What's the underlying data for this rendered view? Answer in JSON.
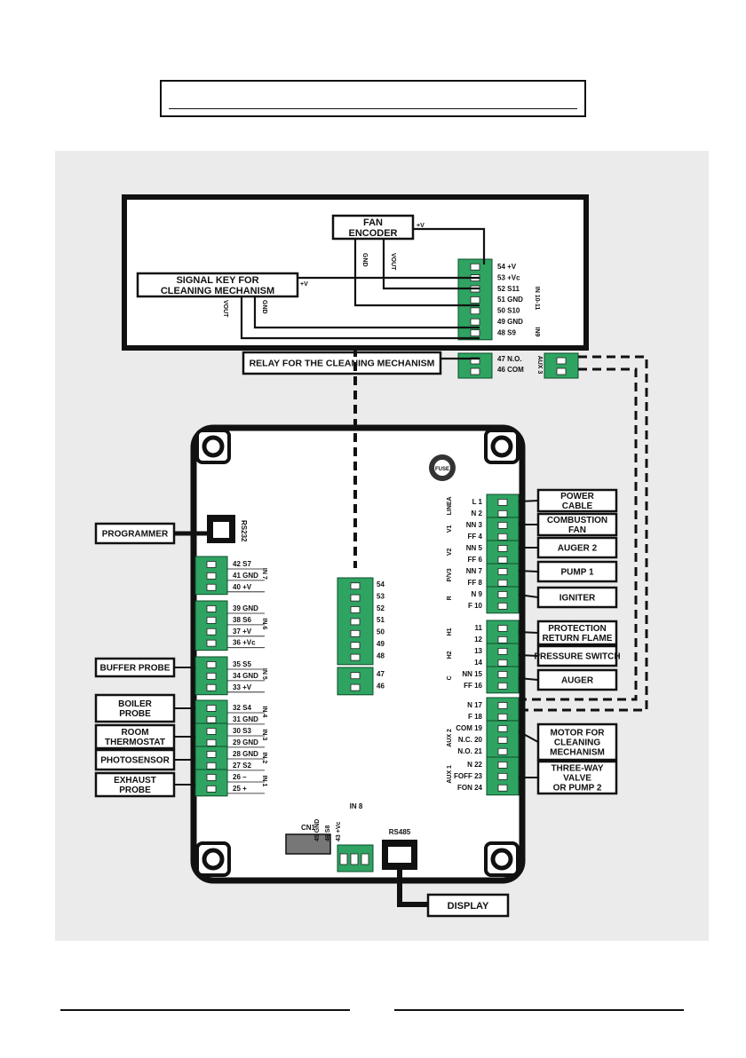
{
  "top_box": {
    "fan_encoder": "FAN\nENCODER",
    "signal_key": "SIGNAL KEY FOR\nCLEANING MECHANISM",
    "relay_cleaning": "RELAY FOR THE CLEANING MECHANISM",
    "wire_labels": {
      "plus_v": "+V",
      "gnd": "GND",
      "vout": "VOUT"
    },
    "terminals_top": [
      "54 +V",
      "53 +Vc",
      "52 S11",
      "51 GND",
      "50 S10",
      "49 GND",
      "48 S9"
    ],
    "terminals_aux": [
      "47 N.O.",
      "46 COM"
    ],
    "groups": {
      "in10_11": "IN 10-11",
      "in9": "IN9",
      "aux3": "AUX 3"
    }
  },
  "board": {
    "fuse": "FUSE",
    "rs232": "RS232",
    "rs485": "RS485",
    "cn1": "CN1",
    "in8": "IN 8",
    "in8_pins": [
      "45 GND",
      "46 S8",
      "43 +Vc"
    ],
    "center_terminals_a": [
      "54",
      "53",
      "52",
      "51",
      "50",
      "49",
      "48"
    ],
    "center_terminals_b": [
      "47",
      "46"
    ],
    "left_groups": [
      {
        "group": "IN 7",
        "pins": [
          "42 S7",
          "41 GND",
          "40 +V"
        ]
      },
      {
        "group": "IN 6",
        "pins": [
          "39 GND",
          "38 S6",
          "37 +V",
          "36 +Vc"
        ]
      },
      {
        "group": "IN 5",
        "pins": [
          "35 S5",
          "34 GND",
          "33 +V"
        ]
      },
      {
        "group": "IN 4",
        "pins": [
          "32 S4",
          "31 GND"
        ]
      },
      {
        "group": "IN 3",
        "pins": [
          "30 S3",
          "29 GND"
        ]
      },
      {
        "group": "IN 2",
        "pins": [
          "28 GND",
          "27 S2"
        ]
      },
      {
        "group": "IN 1",
        "pins": [
          "26 –",
          "25 +"
        ]
      }
    ],
    "right_groups": [
      {
        "group": "LINEA",
        "pins": [
          "L 1",
          "N 2"
        ]
      },
      {
        "group": "V1",
        "pins": [
          "NN 3",
          "FF 4"
        ]
      },
      {
        "group": "V2",
        "pins": [
          "NN 5",
          "FF 6"
        ]
      },
      {
        "group": "P/V3",
        "pins": [
          "NN 7",
          "FF 8"
        ]
      },
      {
        "group": "R",
        "pins": [
          "N 9",
          "F 10"
        ]
      },
      {
        "group": "H1",
        "pins": [
          "11",
          "12"
        ]
      },
      {
        "group": "H2",
        "pins": [
          "13",
          "14"
        ]
      },
      {
        "group": "C",
        "pins": [
          "NN 15",
          "FF 16"
        ]
      },
      {
        "group": "",
        "pins": [
          "N 17",
          "F 18"
        ]
      },
      {
        "group": "AUX 2",
        "pins": [
          "COM 19",
          "N.C. 20",
          "N.O. 21"
        ]
      },
      {
        "group": "AUX 1",
        "pins": [
          "N 22",
          "FOFF 23",
          "FON 24"
        ]
      }
    ]
  },
  "left_labels": [
    "PROGRAMMER",
    "BUFFER PROBE",
    "BOILER\nPROBE",
    "ROOM\nTHERMOSTAT",
    "PHOTOSENSOR",
    "EXHAUST\nPROBE"
  ],
  "right_labels": [
    "POWER\nCABLE",
    "COMBUSTION\nFAN",
    "AUGER 2",
    "PUMP 1",
    "IGNITER",
    "PROTECTION\nRETURN FLAME",
    "PRESSURE SWITCH",
    "AUGER",
    "MOTOR FOR\nCLEANING\nMECHANISM",
    "THREE-WAY\nVALVE\nOR PUMP 2"
  ],
  "display_label": "DISPLAY",
  "colors": {
    "terminal_green": "#2fa462",
    "frame": "#111111",
    "background": "#ebebeb"
  }
}
